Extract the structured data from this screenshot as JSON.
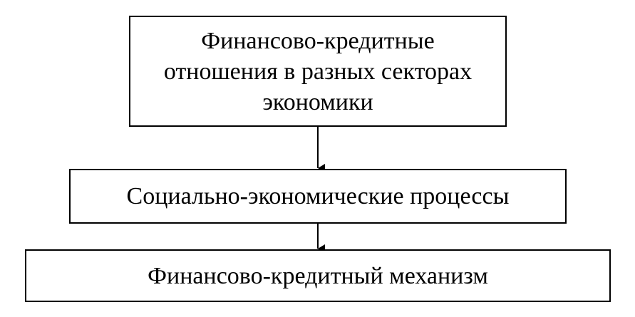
{
  "nodes": {
    "top": {
      "lines": [
        "Финансово-кредитные",
        "отношения в разных секторах",
        "экономики"
      ]
    },
    "middle": {
      "text": "Социально-экономические процессы"
    },
    "bottom": {
      "text": "Финансово-кредитный механизм"
    }
  },
  "colors": {
    "stroke": "#000000",
    "background": "#ffffff",
    "text": "#000000"
  }
}
